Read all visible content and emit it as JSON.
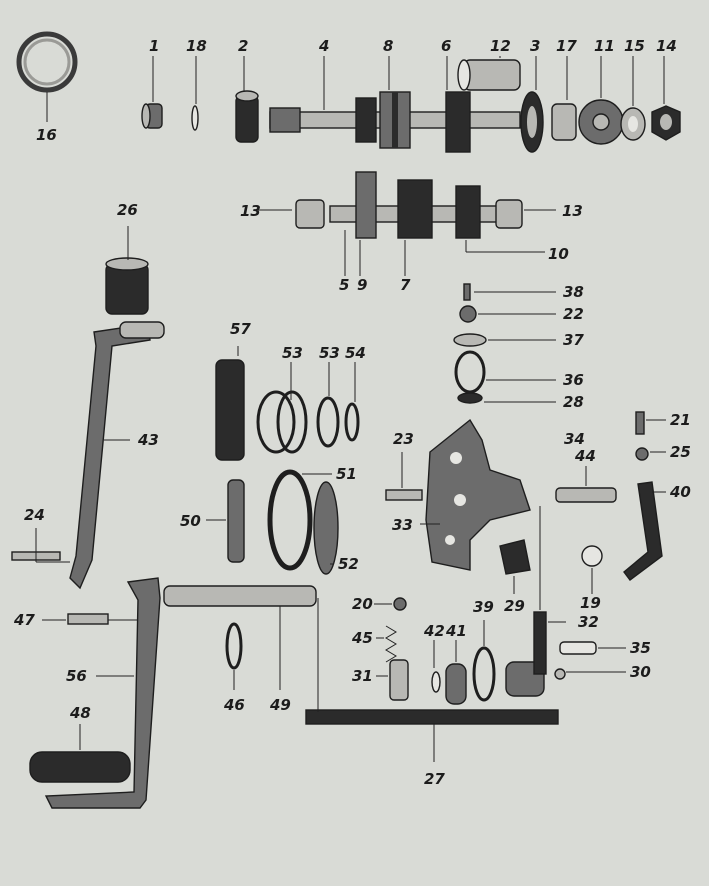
{
  "diagram": {
    "part_labels": {
      "p1": "1",
      "p2": "2",
      "p3": "3",
      "p4": "4",
      "p5": "5",
      "p6": "6",
      "p7": "7",
      "p8": "8",
      "p9": "9",
      "p10": "10",
      "p11": "11",
      "p12": "12",
      "p13a": "13",
      "p13b": "13",
      "p14": "14",
      "p15": "15",
      "p16": "16",
      "p17": "17",
      "p18": "18",
      "p19": "19",
      "p20": "20",
      "p21": "21",
      "p22": "22",
      "p23": "23",
      "p24": "24",
      "p25": "25",
      "p26": "26",
      "p27": "27",
      "p28": "28",
      "p29": "29",
      "p30": "30",
      "p31": "31",
      "p32": "32",
      "p33": "33",
      "p34": "34",
      "p35": "35",
      "p36": "36",
      "p37": "37",
      "p38": "38",
      "p39": "39",
      "p40": "40",
      "p41": "41",
      "p42": "42",
      "p43": "43",
      "p44": "44",
      "p45": "45",
      "p46": "46",
      "p47": "47",
      "p48": "48",
      "p49": "49",
      "p50": "50",
      "p51": "51",
      "p52": "52",
      "p53a": "53",
      "p53b": "53",
      "p54": "54",
      "p56": "56",
      "p57": "57"
    },
    "colors": {
      "paper": "#d9dbd6",
      "ink": "#1c1c1c",
      "metal_dark": "#2b2b2b",
      "metal_mid": "#6c6c6c",
      "metal_light": "#b8b8b4"
    }
  }
}
